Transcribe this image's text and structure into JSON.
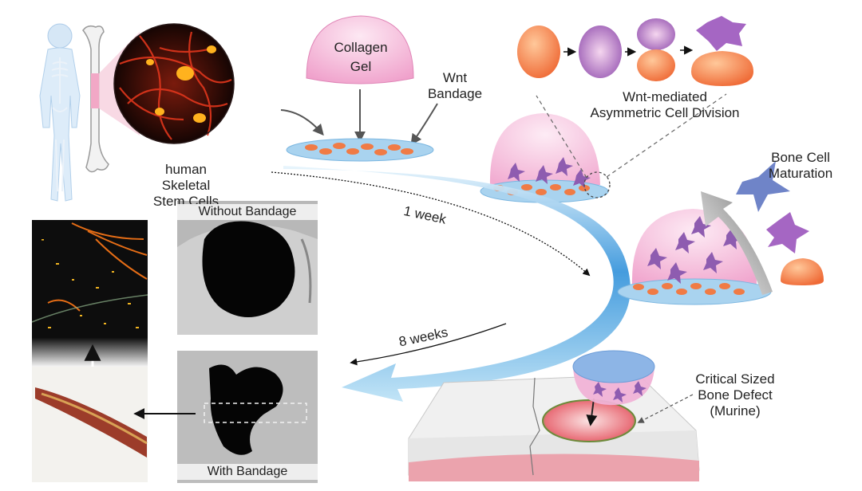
{
  "labels": {
    "stem_cells": "human Skeletal\nStem Cells",
    "collagen_gel": "Collagen\nGel",
    "wnt_bandage": "Wnt\nBandage",
    "asymmetric_division": "Wnt-mediated\nAsymmetric Cell Division",
    "bone_maturation": "Bone Cell\nMaturation",
    "one_week": "1 week",
    "eight_weeks": "8 weeks",
    "bone_defect": "Critical Sized\nBone Defect\n(Murine)",
    "without_bandage": "Without Bandage",
    "with_bandage": "With Bandage"
  },
  "colors": {
    "gel_pink": "#f3a9d0",
    "bandage_blue": "#a9d3ef",
    "cell_orange": "#f07b45",
    "cell_purple": "#8e5cb0",
    "arrow_blue_dark": "#1d64b6",
    "arrow_blue_light": "#bfe3f6",
    "micro_red": "#d9361f"
  }
}
